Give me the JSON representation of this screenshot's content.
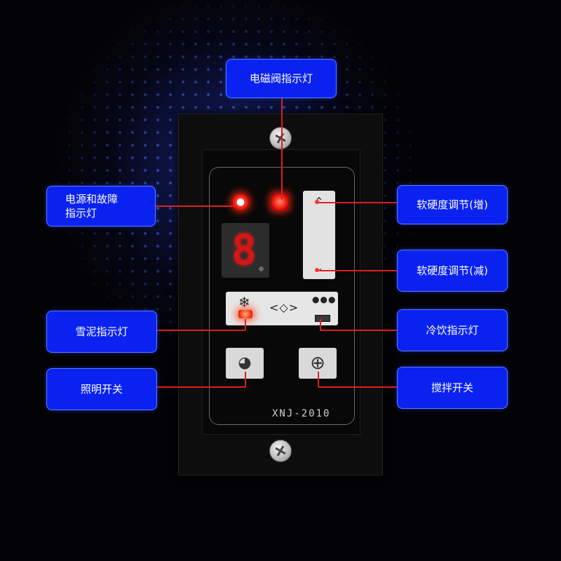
{
  "labels": {
    "valve": "电磁阀指示灯",
    "power_fault": "电源和故障\n指示灯",
    "hardness_up": "软硬度调节(增)",
    "hardness_down": "软硬度调节(减)",
    "slush": "雪泥指示灯",
    "cold_drink": "冷饮指示灯",
    "light_switch": "照明开关",
    "stir_switch": "搅拌开关"
  },
  "panel": {
    "model": "XNJ-2010",
    "display_digit": "8",
    "mode_arrows": "<◇>",
    "up_arrow": "⌃",
    "down_arrow": "⌄"
  },
  "icons": [
    "power-fault-led-icon",
    "valve-led-icon",
    "snowflake-icon",
    "water-drops-icon",
    "light-icon",
    "stir-spiral-icon",
    "screw-icon"
  ],
  "colors": {
    "callout_bg": "#0a22f0",
    "leader_line": "#e01e1e",
    "led_red": "#ff2a1a",
    "panel": "#0d0d0d"
  }
}
